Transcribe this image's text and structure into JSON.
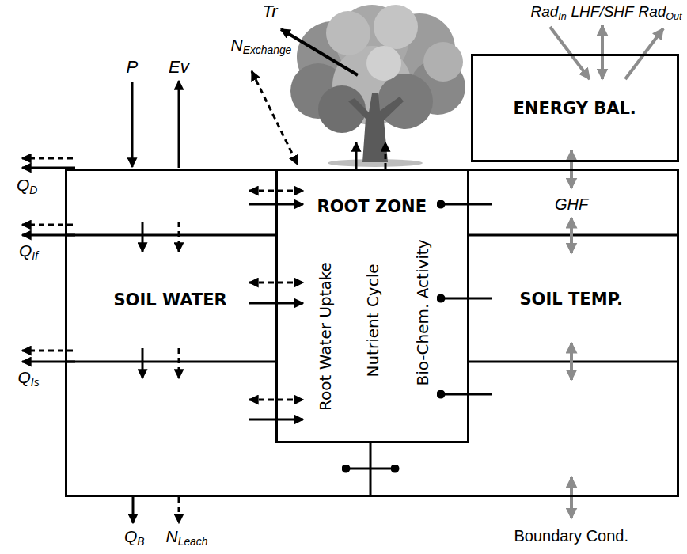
{
  "diagram": {
    "nodes": [
      {
        "text": [
          "ENERGY BAL."
        ]
      },
      {
        "text": [
          "SOIL WATER"
        ]
      },
      {
        "text": [
          "ROOT ZONE",
          "Root Water Uptake",
          "Nutrient Cycle",
          "Bio-Chem. Activity"
        ]
      },
      {
        "text": [
          "SOIL TEMP."
        ]
      }
    ],
    "edges": [
      {
        "from": 1,
        "to": 2,
        "arrow": "both"
      },
      {
        "from": 1,
        "to": 2,
        "arrow": "to"
      },
      {
        "from": 1,
        "to": 2,
        "arrow": "both"
      },
      {
        "from": 1,
        "to": 2,
        "arrow": "to"
      },
      {
        "from": 1,
        "to": 2,
        "arrow": "both"
      },
      {
        "from": 1,
        "to": 2,
        "arrow": "to"
      },
      {
        "from": 0,
        "to": 3,
        "arrow": "both"
      },
      {
        "from": 2,
        "to": 3,
        "arrow": "none"
      },
      {
        "from": 2,
        "to": 3,
        "arrow": "none"
      },
      {
        "from": 2,
        "to": 3,
        "arrow": "none"
      },
      {
        "from": 1,
        "to": 3,
        "arrow": "none"
      }
    ],
    "labels": [
      "Tr",
      "RadIn",
      "LHF/SHF",
      "RadOut",
      "NExchange",
      "P",
      "Ev",
      "QD",
      "GHF",
      "QIf",
      "QIs",
      "QB",
      "NLeach",
      "Boundary Cond."
    ]
  }
}
